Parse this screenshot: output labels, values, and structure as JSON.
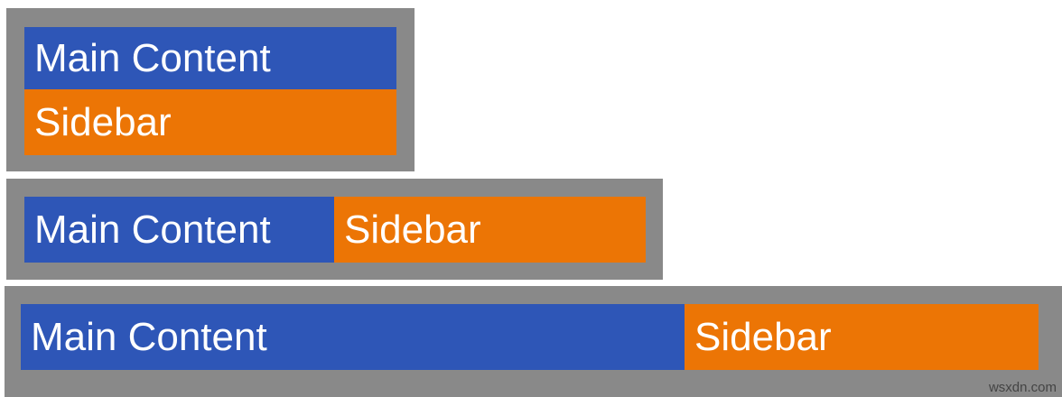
{
  "colors": {
    "container": "#898989",
    "main": "#2e56b7",
    "sidebar": "#ec7505",
    "label_text": "#ffffff",
    "watermark": "#444444"
  },
  "panels": [
    {
      "layout": "stacked",
      "main_label": "Main Content",
      "sidebar_label": "Sidebar"
    },
    {
      "layout": "row-equal-split",
      "main_label": "Main Content",
      "sidebar_label": "Sidebar"
    },
    {
      "layout": "row-wide-main",
      "main_label": "Main Content",
      "sidebar_label": "Sidebar"
    }
  ],
  "watermark": {
    "text": "wsxdn.com"
  }
}
